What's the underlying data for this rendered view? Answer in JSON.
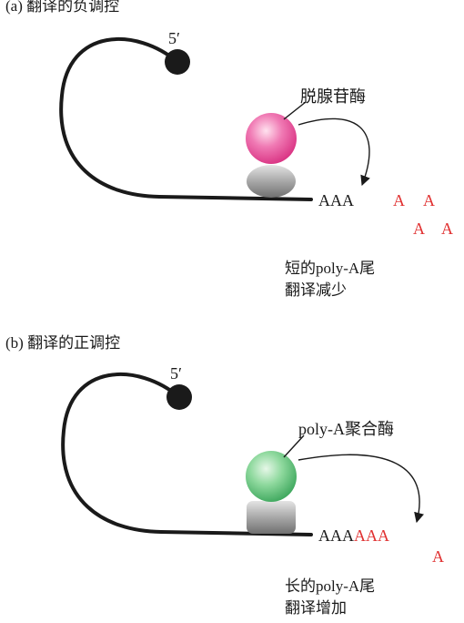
{
  "panel_a": {
    "title": "(a) 翻译的负调控",
    "five_prime": "5′",
    "enzyme_label": "脱腺苷酶",
    "tail_black": "AAA",
    "free_a": [
      "A",
      "A",
      "A",
      "A"
    ],
    "caption_line1": "短的poly-A尾",
    "caption_line2": "翻译减少",
    "enzyme_color": "#e6408f"
  },
  "panel_b": {
    "title": "(b) 翻译的正调控",
    "five_prime": "5′",
    "enzyme_label": "poly-A聚合酶",
    "tail_black": "AAA",
    "tail_red": "AAA",
    "free_a": [
      "A"
    ],
    "caption_line1": "长的poly-A尾",
    "caption_line2": "翻译增加",
    "enzyme_color": "#4cbf6a"
  },
  "colors": {
    "added_adenine": "#e03030",
    "ribosome": "#9a9a9a",
    "mrna": "#1a1a1a"
  }
}
